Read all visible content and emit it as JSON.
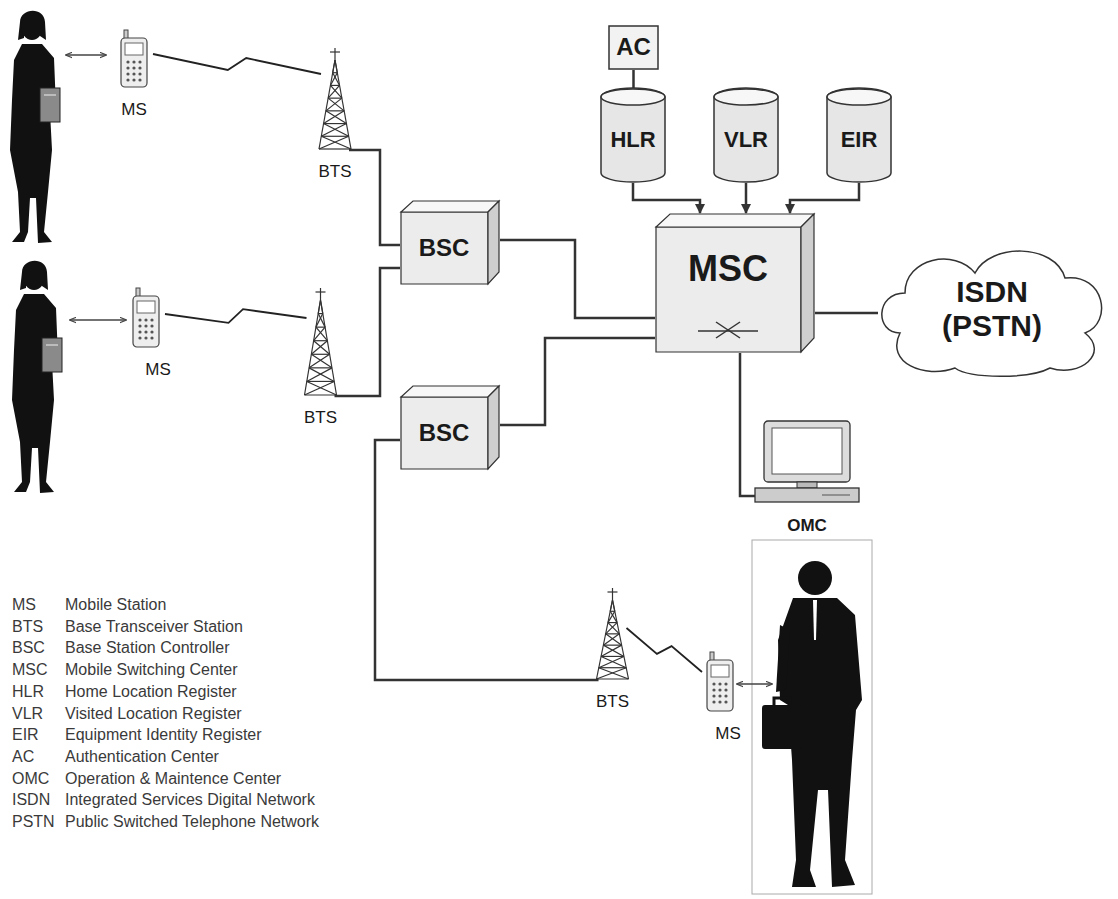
{
  "diagram": {
    "nodes": [
      {
        "text": [
          "MS"
        ]
      },
      {
        "text": [
          "BTS"
        ]
      },
      {
        "text": [
          "AC"
        ]
      },
      {
        "text": [
          "HLR"
        ]
      },
      {
        "text": [
          "VLR"
        ]
      },
      {
        "text": [
          "EIR"
        ]
      },
      {
        "text": [
          "BSC"
        ]
      },
      {
        "text": [
          "MSC"
        ]
      },
      {
        "text": [
          "ISDN (PSTN)"
        ]
      },
      {
        "text": [
          "MS"
        ]
      },
      {
        "text": [
          "BTS"
        ]
      },
      {
        "text": [
          "BSC"
        ]
      },
      {
        "text": [
          "OMC"
        ]
      },
      {
        "text": [
          "BTS"
        ]
      },
      {
        "text": [
          "MS"
        ]
      }
    ],
    "edges": [
      {
        "from": 0,
        "to": 1,
        "arrow": "none"
      },
      {
        "from": 1,
        "to": 6,
        "arrow": "none"
      },
      {
        "from": 2,
        "to": 3,
        "arrow": "none"
      },
      {
        "from": 3,
        "to": 7,
        "arrow": "to"
      },
      {
        "from": 4,
        "to": 7,
        "arrow": "to"
      },
      {
        "from": 5,
        "to": 7,
        "arrow": "to"
      },
      {
        "from": 6,
        "to": 7,
        "arrow": "none"
      },
      {
        "from": 7,
        "to": 8,
        "arrow": "none"
      },
      {
        "from": 9,
        "to": 10,
        "arrow": "none"
      },
      {
        "from": 10,
        "to": 6,
        "arrow": "none"
      },
      {
        "from": 11,
        "to": 7,
        "arrow": "none"
      },
      {
        "from": 7,
        "to": 12,
        "arrow": "none"
      },
      {
        "from": 11,
        "to": 13,
        "arrow": "none"
      },
      {
        "from": 14,
        "to": 13,
        "arrow": "none"
      }
    ],
    "labels": [
      "MS",
      "Mobile Station",
      "BTS",
      "Base Transceiver Station",
      "BSC",
      "Base Station Controller",
      "MSC",
      "Mobile Switching Center",
      "HLR",
      "Home Location Register",
      "VLR",
      "Visited Location Register",
      "EIR",
      "Equipment Identity Register",
      "AC",
      "Authentication Center",
      "OMC",
      "Operation & Maintence Center",
      "ISDN",
      "Integrated Services Digital Network",
      "PSTN",
      "Public Switched Telephone Network"
    ]
  }
}
